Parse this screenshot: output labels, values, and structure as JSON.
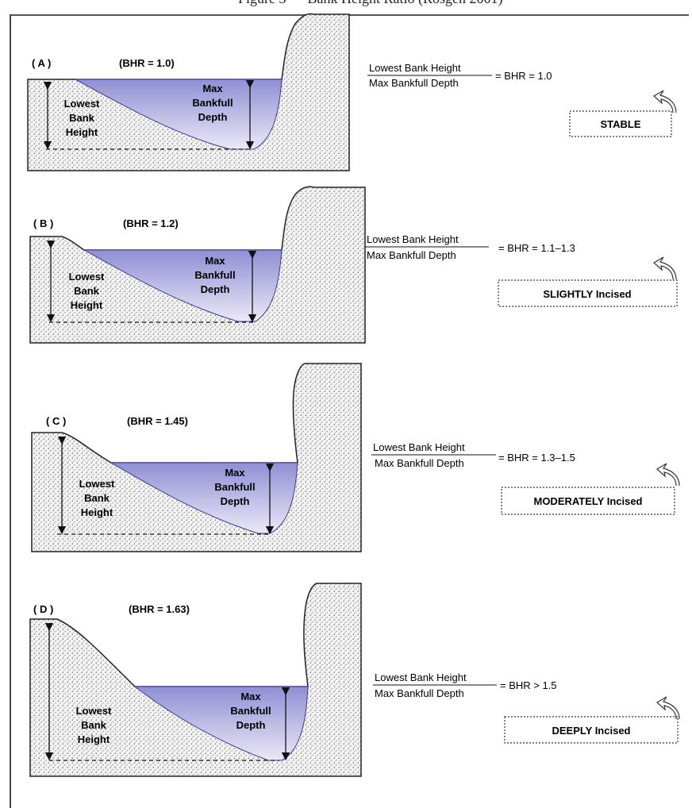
{
  "caption": "Figure 3 — Bank Height Ratio (Rosgen 2001)",
  "colors": {
    "water_top": "#8f8fd4",
    "water_bottom": "#ece8f6",
    "soil_fill": "#f1f1f1",
    "outline": "#222222",
    "waterline": "#3a3a9a"
  },
  "panels": [
    {
      "letter": "( A )",
      "bhr": "(BHR = 1.0)",
      "bank_label": [
        "Lowest",
        "Bank",
        "Height"
      ],
      "depth_label": [
        "Max",
        "Bankfull",
        "Depth"
      ],
      "fraction_numerator": "Lowest Bank Height",
      "fraction_denominator": "Max Bankfull Depth",
      "result": "= BHR = 1.0",
      "status": "STABLE",
      "arrow_icon": "curved-arrow-icon"
    },
    {
      "letter": "( B )",
      "bhr": "(BHR = 1.2)",
      "bank_label": [
        "Lowest",
        "Bank",
        "Height"
      ],
      "depth_label": [
        "Max",
        "Bankfull",
        "Depth"
      ],
      "fraction_numerator": "Lowest Bank Height",
      "fraction_denominator": "Max Bankfull Depth",
      "result": "= BHR = 1.1–1.3",
      "status": "SLIGHTLY Incised",
      "arrow_icon": "curved-arrow-icon"
    },
    {
      "letter": "( C )",
      "bhr": "(BHR = 1.45)",
      "bank_label": [
        "Lowest",
        "Bank",
        "Height"
      ],
      "depth_label": [
        "Max",
        "Bankfull",
        "Depth"
      ],
      "fraction_numerator": "Lowest Bank Height",
      "fraction_denominator": "Max Bankfull Depth",
      "result": "= BHR = 1.3–1.5",
      "status": "MODERATELY Incised",
      "arrow_icon": "curved-arrow-icon"
    },
    {
      "letter": "( D )",
      "bhr": "(BHR = 1.63)",
      "bank_label": [
        "Lowest",
        "Bank",
        "Height"
      ],
      "depth_label": [
        "Max",
        "Bankfull",
        "Depth"
      ],
      "fraction_numerator": "Lowest Bank Height",
      "fraction_denominator": "Max Bankfull Depth",
      "result": "= BHR > 1.5",
      "status": "DEEPLY Incised",
      "arrow_icon": "curved-arrow-icon"
    }
  ]
}
